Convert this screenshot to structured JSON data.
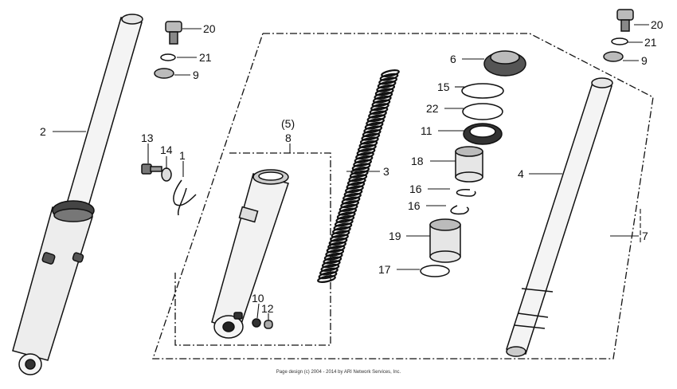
{
  "callouts": {
    "c2": "2",
    "c20a": "20",
    "c21a": "21",
    "c9a": "9",
    "c13": "13",
    "c14": "14",
    "c1": "1",
    "c5": "(5)",
    "c8": "8",
    "c10": "10",
    "c12": "12",
    "c3": "3",
    "c6": "6",
    "c15": "15",
    "c22": "22",
    "c11": "11",
    "c18": "18",
    "c16a": "16",
    "c16b": "16",
    "c19": "19",
    "c17": "17",
    "c4": "4",
    "c7": "7",
    "c20b": "20",
    "c21b": "21",
    "c9b": "9"
  },
  "footer": {
    "line1": "",
    "copyright": "Page design (c) 2004 - 2014 by ARI Network Services, Inc."
  }
}
